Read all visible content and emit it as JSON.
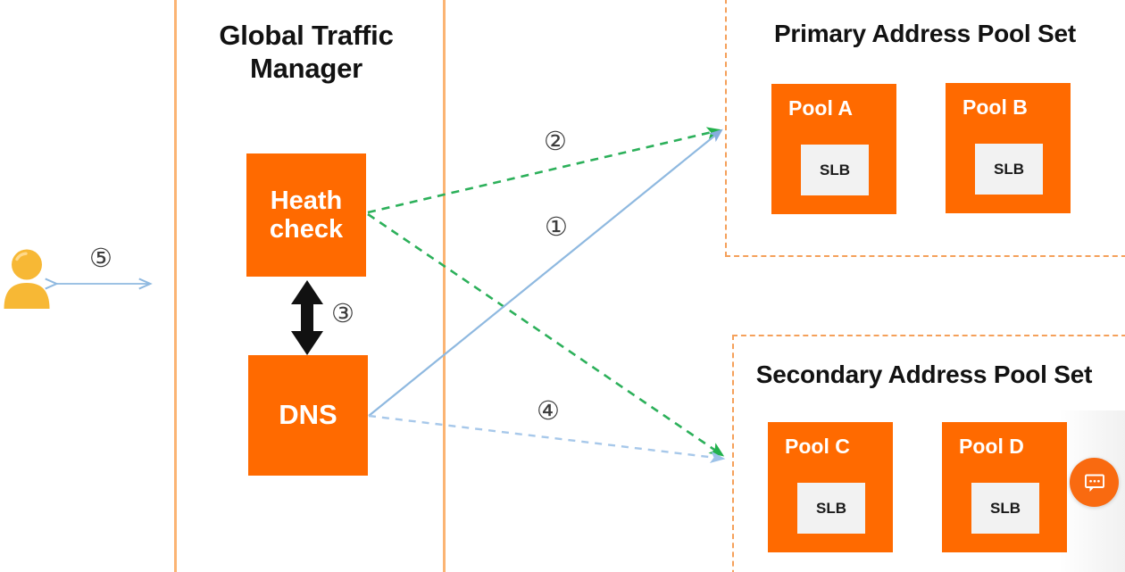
{
  "diagram": {
    "title": "Global Traffic Manager",
    "gtm": {
      "title": "Global Traffic Manager",
      "health_check_label": "Heath check",
      "dns_label": "DNS"
    },
    "primary_pool_set": {
      "title": "Primary Address Pool Set",
      "pools": [
        {
          "name": "Pool A",
          "node": "SLB"
        },
        {
          "name": "Pool B",
          "node": "SLB"
        }
      ]
    },
    "secondary_pool_set": {
      "title": "Secondary Address Pool Set",
      "pools": [
        {
          "name": "Pool C",
          "node": "SLB"
        },
        {
          "name": "Pool D",
          "node": "SLB"
        }
      ]
    },
    "steps": [
      {
        "id": "1",
        "marker": "①",
        "from": "DNS",
        "to": "Primary Address Pool Set",
        "style": "solid-blue-arrow"
      },
      {
        "id": "2",
        "marker": "②",
        "from": "Heath check",
        "to": "Primary Address Pool Set",
        "style": "dashed-green-arrow"
      },
      {
        "id": "3",
        "marker": "③",
        "from": "Heath check",
        "to": "DNS",
        "style": "solid-black-double-arrow"
      },
      {
        "id": "4",
        "marker": "④",
        "from": "DNS",
        "to": "Secondary Address Pool Set",
        "style": "dashed-blue-arrow"
      },
      {
        "id": "5",
        "marker": "⑤",
        "from": "User",
        "to": "Global Traffic Manager",
        "style": "solid-blue-double-arrow"
      }
    ],
    "green_dashed_to_secondary": {
      "from": "Heath check",
      "to": "Secondary Address Pool Set"
    },
    "user": {
      "icon": "user-avatar-icon"
    },
    "chat_widget": {
      "icon": "chat-bubble-icon",
      "label": ""
    },
    "colors": {
      "orange": "#ff6a00",
      "pool_set_border": "#f5a05a",
      "divider": "#fbb473",
      "slb_fill": "#f2f2f2",
      "green_arrow": "#22b14c",
      "blue_arrow_solid": "#86aede",
      "blue_arrow_dashed": "#aecbeb",
      "black_arrow": "#111111",
      "user_icon": "#f7b835",
      "chat_widget": "#f96a10"
    }
  }
}
